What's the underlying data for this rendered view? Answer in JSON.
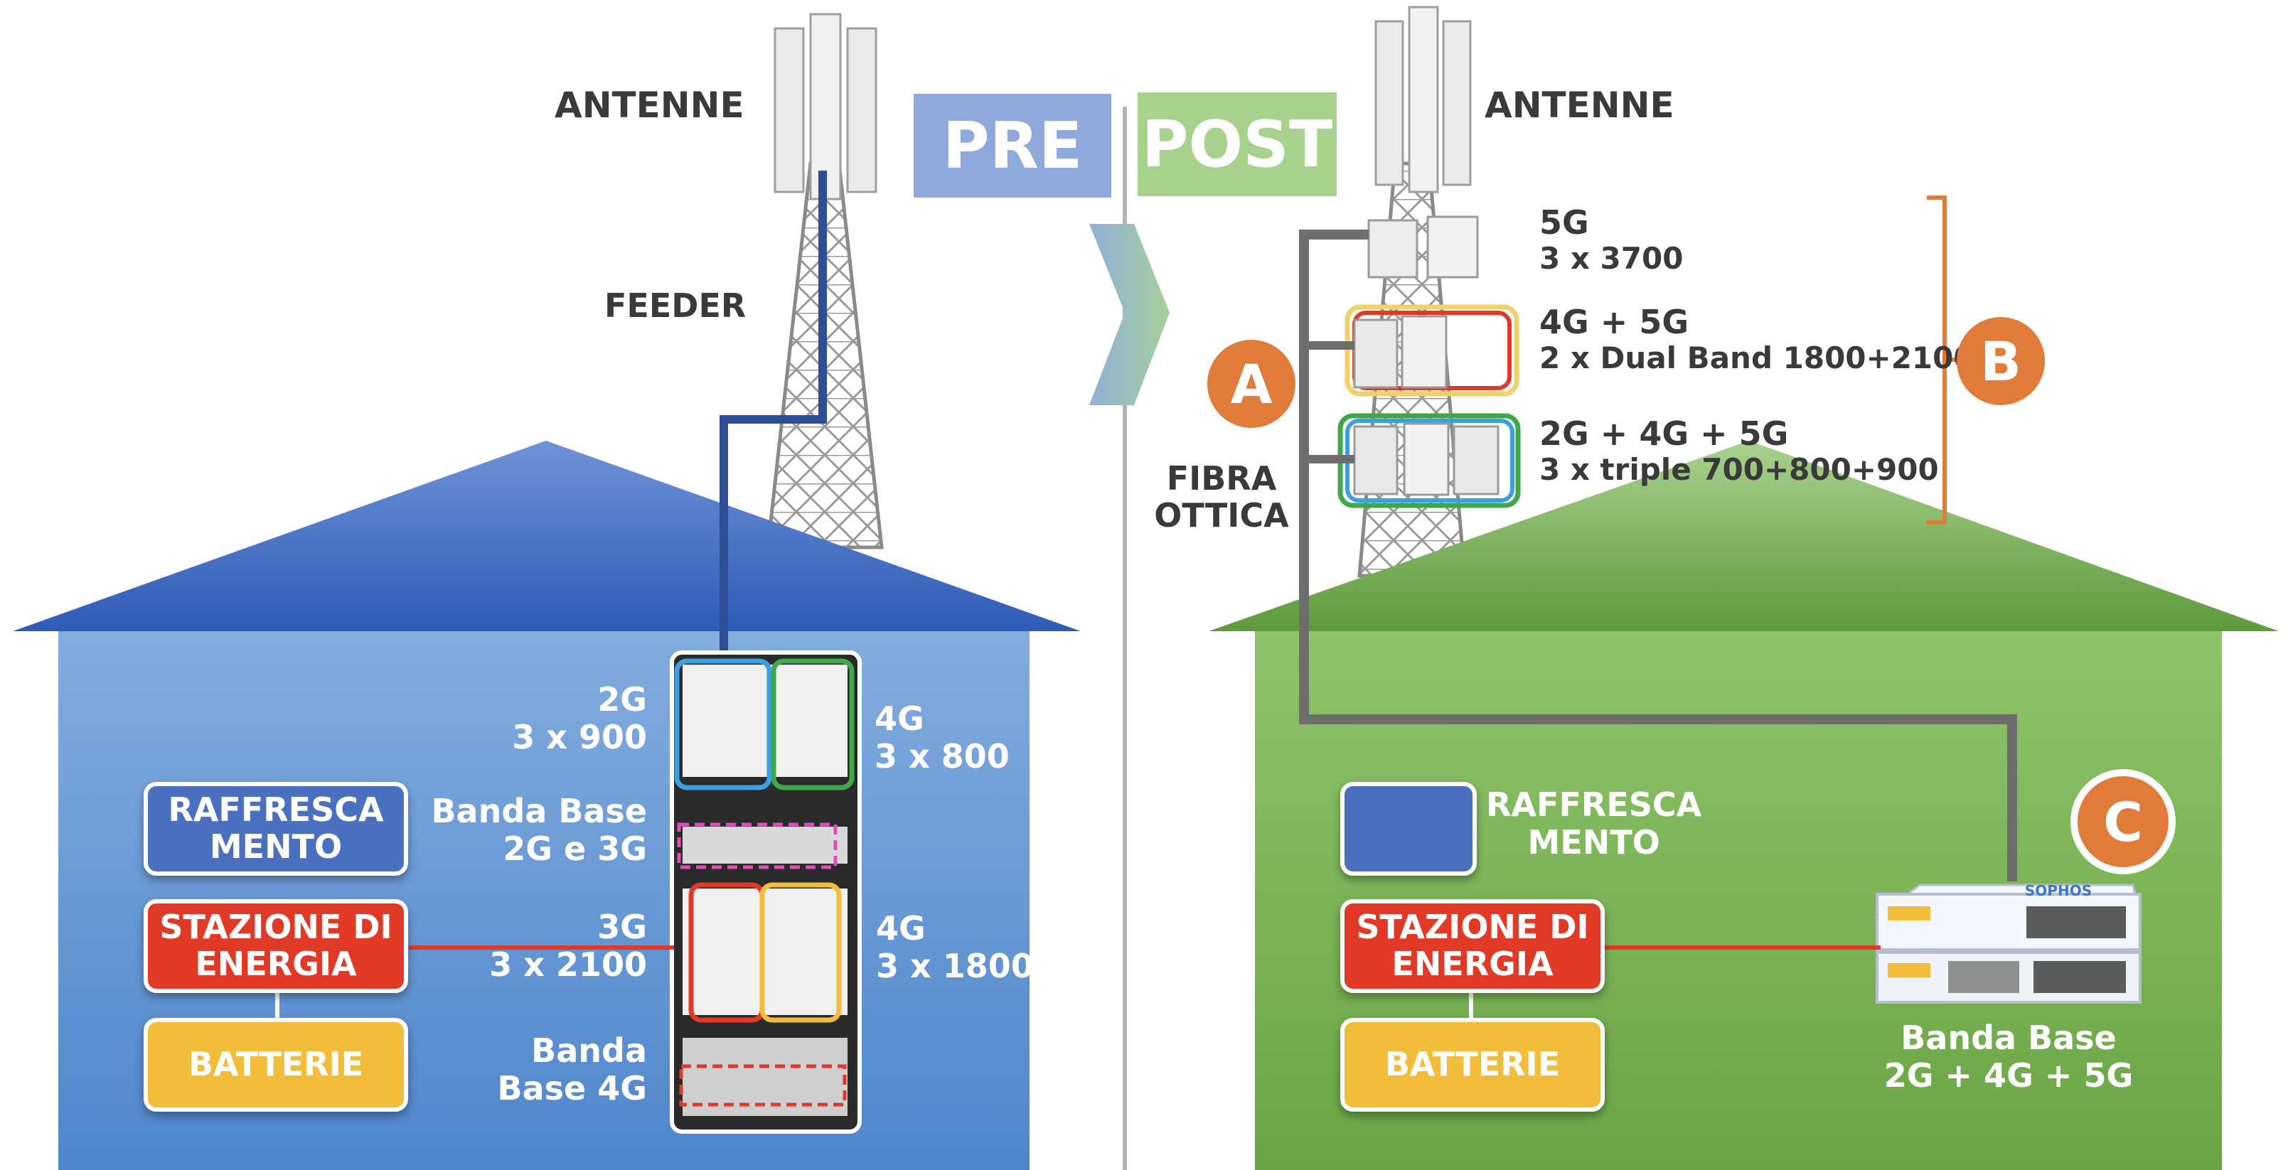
{
  "header": {
    "pre_label": "PRE",
    "post_label": "POST"
  },
  "pre": {
    "antenne": "ANTENNE",
    "feeder": "FEEDER",
    "raffrescamento": [
      "RAFFRESCA",
      "MENTO"
    ],
    "stazione": [
      "STAZIONE DI",
      "ENERGIA"
    ],
    "batterie": "BATTERIE",
    "modules": {
      "g2": [
        "2G",
        "3 x 900"
      ],
      "g4_800": [
        "4G",
        "3 x 800"
      ],
      "banda_base_2g3g": [
        "Banda Base",
        "2G e 3G"
      ],
      "g3": [
        "3G",
        "3 x 2100"
      ],
      "g4_1800": [
        "4G",
        "3 x 1800"
      ],
      "banda_base_4g": [
        "Banda",
        "Base 4G"
      ]
    }
  },
  "post": {
    "antenne": "ANTENNE",
    "fibra": [
      "FIBRA",
      "OTTICA"
    ],
    "raffrescamento": [
      "RAFFRESCA",
      "MENTO"
    ],
    "stazione": [
      "STAZIONE DI",
      "ENERGIA"
    ],
    "batterie": "BATTERIE",
    "radio_5g": [
      "5G",
      "3 x 3700"
    ],
    "radio_4g5g": [
      "4G + 5G",
      "2 x Dual Band 1800+2100"
    ],
    "radio_2g4g5g": [
      "2G + 4G + 5G",
      "3 x triple 700+800+900"
    ],
    "banda_base": [
      "Banda Base",
      "2G  + 4G + 5G"
    ],
    "server_brand": "SOPHOS",
    "markers": {
      "a": "A",
      "b": "B",
      "c": "C"
    }
  },
  "colors": {
    "pre_tag": "#8fa9dc",
    "post_tag": "#a9d18e",
    "blue_house": "#5f93d3",
    "green_house": "#79b24f",
    "red_box": "#e03a26",
    "yellow_box": "#f2bd3a",
    "blue_box": "#4a70bf",
    "orange_marker": "#e07b39",
    "fiber_gray": "#6e6e6e",
    "feeder_blue": "#2e4f95"
  }
}
